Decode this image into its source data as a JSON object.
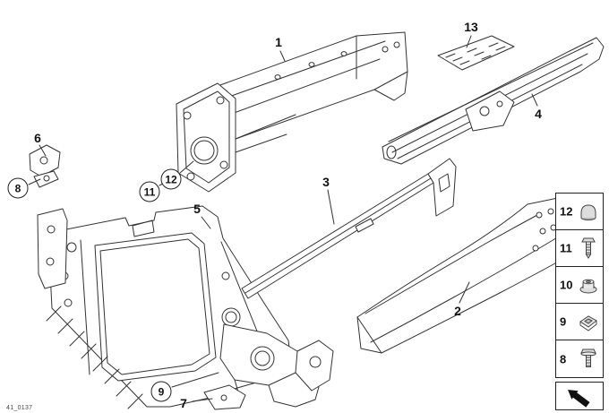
{
  "page": {
    "background": "#ffffff",
    "line_color": "#333333",
    "diagram_code": "41_0137"
  },
  "callouts": [
    {
      "label": "1",
      "circled": false
    },
    {
      "label": "13",
      "circled": false
    },
    {
      "label": "4",
      "circled": false
    },
    {
      "label": "6",
      "circled": false
    },
    {
      "label": "8",
      "circled": true
    },
    {
      "label": "12",
      "circled": true
    },
    {
      "label": "11",
      "circled": true
    },
    {
      "label": "5",
      "circled": false
    },
    {
      "label": "3",
      "circled": false
    },
    {
      "label": "2",
      "circled": false
    },
    {
      "label": "9",
      "circled": true
    },
    {
      "label": "7",
      "circled": false
    }
  ],
  "legend": {
    "items": [
      {
        "number": "12",
        "icon": "cap-nut-icon"
      },
      {
        "number": "11",
        "icon": "screw-icon"
      },
      {
        "number": "10",
        "icon": "flange-nut-icon"
      },
      {
        "number": "9",
        "icon": "cage-clip-icon"
      },
      {
        "number": "8",
        "icon": "bolt-icon"
      }
    ]
  },
  "direction_indicator": {
    "icon": "direction-arrow-icon"
  }
}
